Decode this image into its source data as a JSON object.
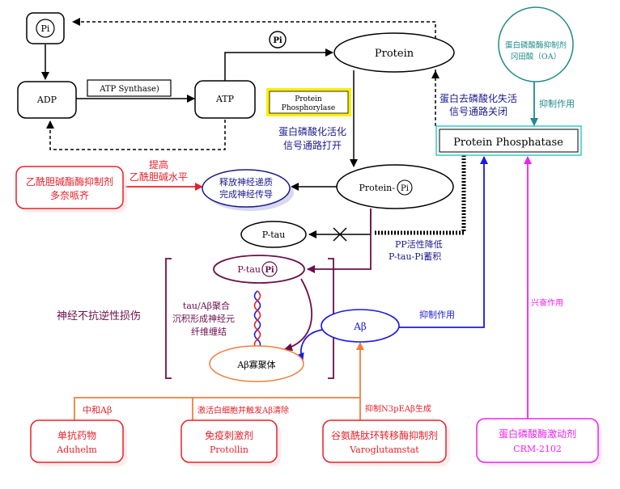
{
  "nodes": {
    "pi_top": "Pi",
    "adp": "ADP",
    "atp_synthase": "ATP Synthase)",
    "atp": "ATP",
    "pi_mid": "Pi",
    "protein": "Protein",
    "protein_phosphorylase_l1": "Protein",
    "protein_phosphorylase_l2": "Phosphorylase",
    "oa_l1": "蛋白磷酸酶抑制剂",
    "oa_l2": "冈田酸（OA）",
    "protein_phosphatase": "Protein Phosphatase",
    "protein_pi_prefix": "Protein-",
    "protein_pi_suffix": "Pi",
    "donepezil_l1": "乙酰胆碱酯酶抑制剂",
    "donepezil_l2": "多奈哌齐",
    "release_l1": "释放神经递质",
    "release_l2": "完成神经传导",
    "ptau": "P-tau",
    "ptau_pi_prefix": "P-tau",
    "ptau_pi_suffix": "Pi",
    "abeta": "Aβ",
    "oligomer": "Aβ寡聚体",
    "aduhelm_l1": "单抗药物",
    "aduhelm_l2": "Aduhelm",
    "protollin_l1": "免疫刺激剂",
    "protollin_l2": "Protollin",
    "varo_l1": "谷氨酰肽环转移酶抑制剂",
    "varo_l2": "Varoglutamstat",
    "crm_l1": "蛋白磷酸酶激动剂",
    "crm_l2": "CRM-2102"
  },
  "labels": {
    "dephos_l1": "蛋白去磷酸化失活",
    "dephos_l2": "信号通路关闭",
    "inhibit_oa": "抑制作用",
    "phos_l1": "蛋白磷酸化活化",
    "phos_l2": "信号通路打开",
    "raise_l1": "提高",
    "raise_l2": "乙酰胆碱水平",
    "pp_l1": "PP活性降低",
    "pp_l2": "P-tau-Pi蓄积",
    "irreversible": "神经不抗逆性损伤",
    "tangle_l1": "tau/Aβ聚合",
    "tangle_l2": "沉积形成神经元",
    "tangle_l3": "纤维缠结",
    "inhibit_abeta": "抑制作用",
    "excite": "兴奋作用",
    "neutralize": "中和Aβ",
    "activate": "激活白细胞并触发Aβ清除",
    "inhibit_n3": "抑制N3pEAβ生成"
  },
  "colors": {
    "black": "#000000",
    "red": "#e8202a",
    "navy": "#1a1a8c",
    "teal": "#1f8a8a",
    "magenta": "#ee22ee",
    "orange": "#f07f3c",
    "maroon": "#6b0f4a",
    "blue": "#1a1ae0",
    "yellow": "#ffee00",
    "cyan": "#33cccc"
  }
}
